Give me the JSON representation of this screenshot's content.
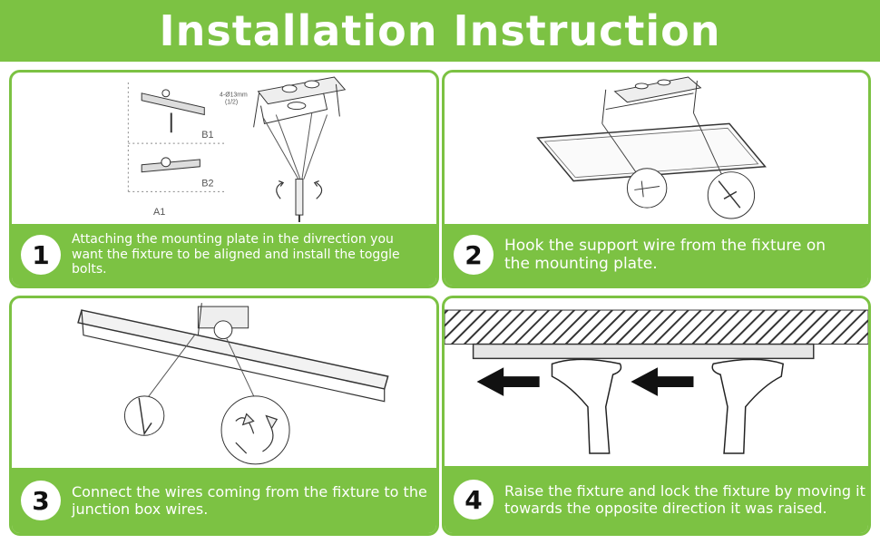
{
  "title": "Installation Instruction",
  "steps": [
    {
      "number": "1",
      "text": "Attaching the mounting plate in the divrection you want the fixture to be aligned and install the toggle bolts.",
      "labels": {
        "b1": "B1",
        "b2": "B2",
        "a1": "A1",
        "spec": "4-Ø13mm",
        "spec_sub": "(1/2)"
      }
    },
    {
      "number": "2",
      "text": "Hook the support wire from the fixture on the mounting plate."
    },
    {
      "number": "3",
      "text": "Connect the wires coming from the fixture to the junction box wires."
    },
    {
      "number": "4",
      "text": "Raise the fixture and lock the fixture by moving it towards the opposite direction it was raised."
    }
  ],
  "colors": {
    "accent": "#7cc243",
    "text": "#ffffff"
  }
}
